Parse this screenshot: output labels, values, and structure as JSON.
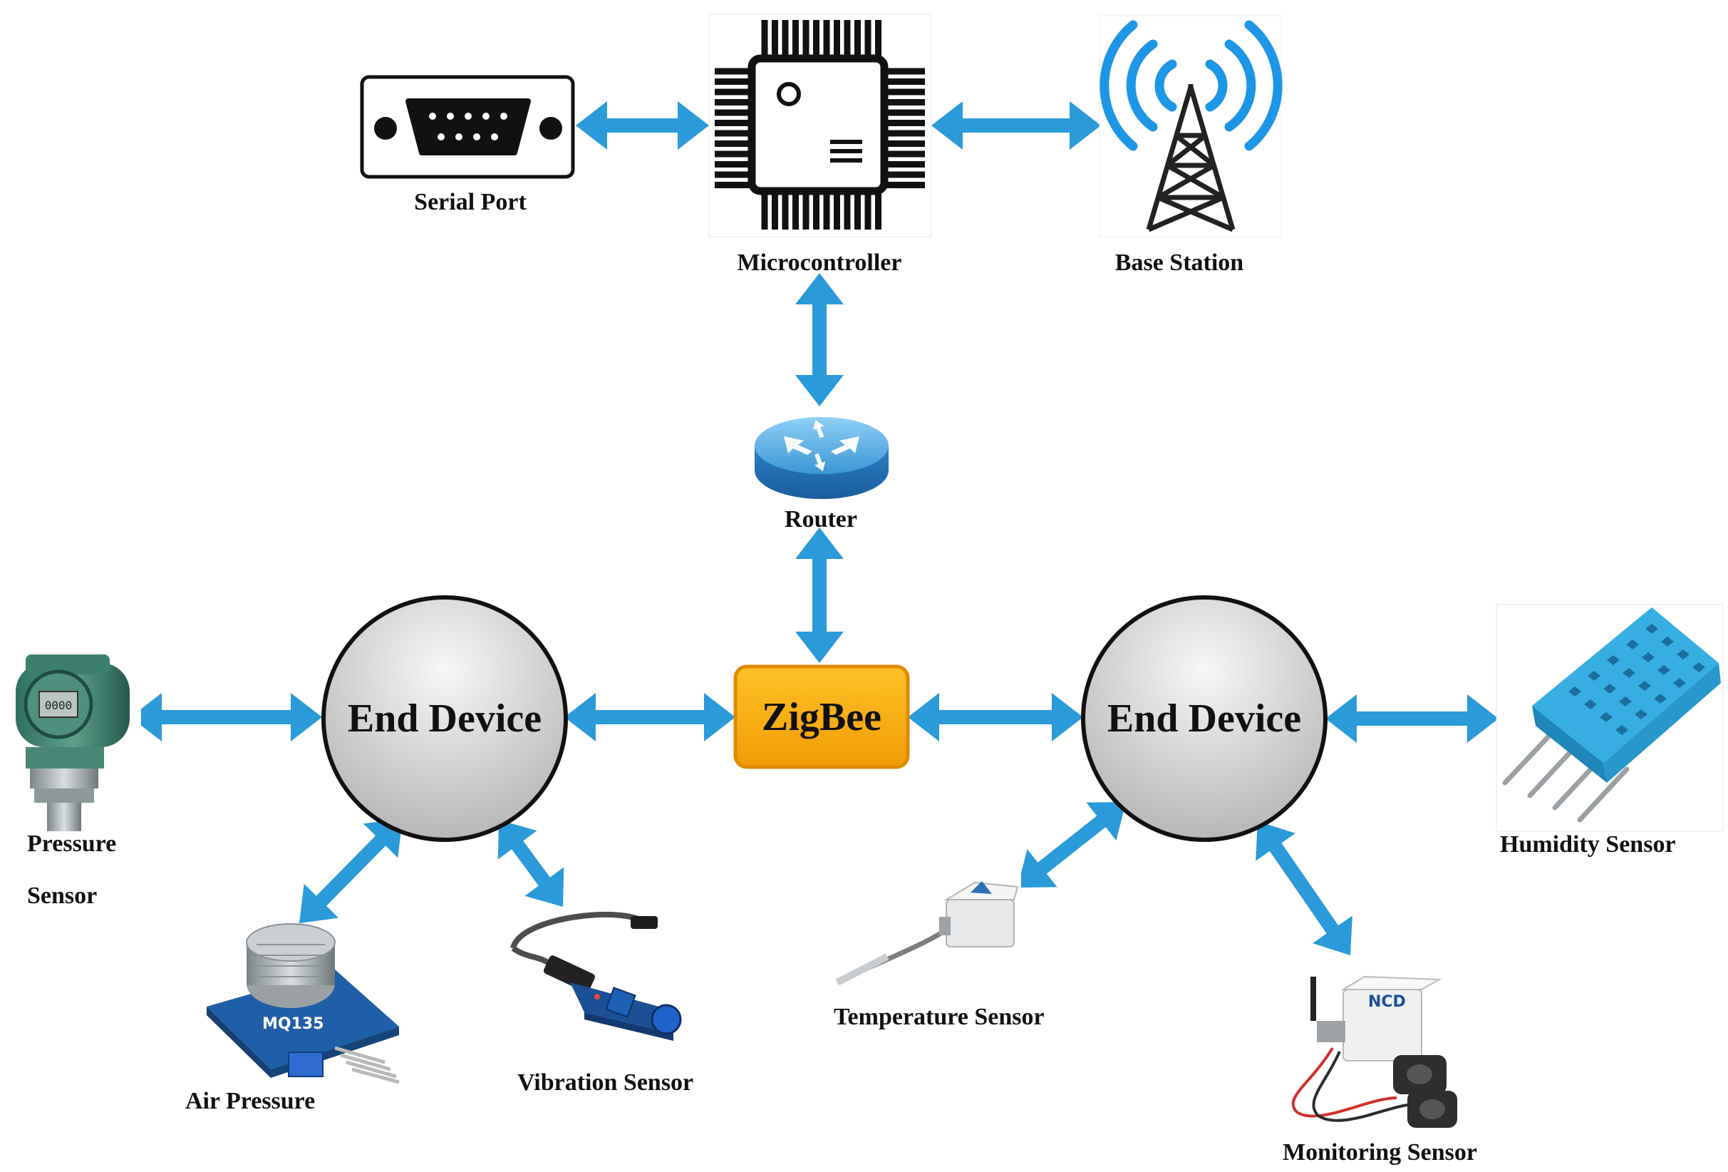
{
  "labels": {
    "serial_port": "Serial Port",
    "microcontroller": "Microcontroller",
    "base_station": "Base Station",
    "router": "Router",
    "zigbee": "ZigBee",
    "end_device_left": "End Device",
    "end_device_right": "End Device",
    "pressure_sensor_line1": "Pressure",
    "pressure_sensor_line2": "Sensor",
    "air_pressure": "Air Pressure",
    "vibration_sensor": "Vibration Sensor",
    "temperature_sensor": "Temperature Sensor",
    "monitoring_sensor": "Monitoring Sensor",
    "humidity_sensor": "Humidity Sensor",
    "air_sensor_chip_text": "MQ135",
    "monitor_logo_text": "NCD"
  },
  "colors": {
    "arrow": "#2a9ad8",
    "zigbee_fill": "#f6ad0a",
    "zigbee_border": "#e08a00",
    "circle_stroke": "#111111",
    "circle_fill_top": "#f2f2f2",
    "circle_fill_bottom": "#b8b8b8",
    "antenna_wave": "#1e96e6",
    "humidity_blue": "#2aa3d6",
    "router_blue": "#3d97d8"
  },
  "icons": {
    "serial_port": "db9-connector-icon",
    "microcontroller": "chip-icon",
    "base_station": "radio-tower-icon",
    "router": "router-icon",
    "pressure_sensor": "pressure-transmitter-image",
    "air_pressure": "gas-sensor-module-image",
    "vibration_sensor": "vibration-sensor-module-image",
    "temperature_sensor": "temperature-probe-image",
    "monitoring_sensor": "current-monitoring-sensor-image",
    "humidity_sensor": "dht11-sensor-image"
  }
}
